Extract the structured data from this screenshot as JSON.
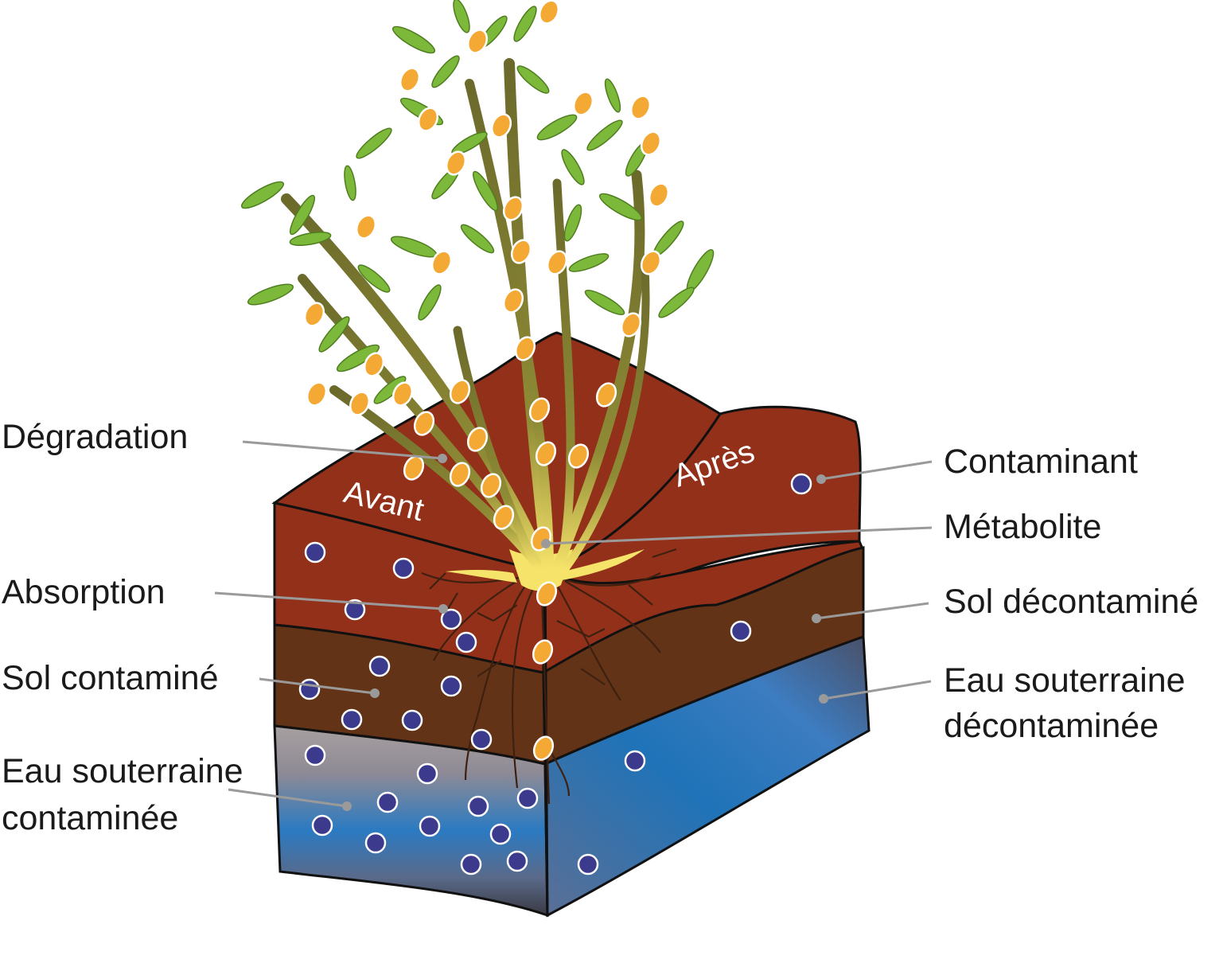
{
  "labels": {
    "degradation": "Dégradation",
    "absorption": "Absorption",
    "sol_contamine": "Sol contaminé",
    "eau_contaminee_l1": "Eau souterraine",
    "eau_contaminee_l2": "contaminée",
    "contaminant": "Contaminant",
    "metabolite": "Métabolite",
    "sol_decontamine": "Sol décontaminé",
    "eau_decontaminee_l1": "Eau souterraine",
    "eau_decontaminee_l2": "décontaminée",
    "avant": "Avant",
    "apres": "Après"
  },
  "colors": {
    "topsoil": "#93301a",
    "subsoil": "#623316",
    "water": "#1f73b8",
    "contaminant": "#3b3a8c",
    "metabolite": "#f4a935",
    "leaf": "#7cb83a",
    "stem": "#6d6b2a",
    "root_center": "#f6e36a"
  },
  "icons": {
    "contaminant": "navy-dot-icon",
    "metabolite": "orange-oval-icon"
  }
}
